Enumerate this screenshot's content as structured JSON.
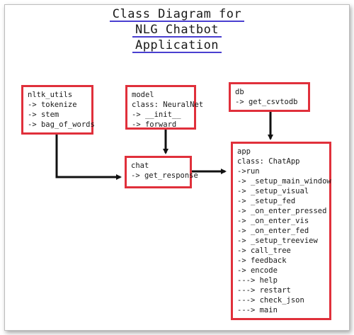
{
  "title": {
    "line1": "Class Diagram for",
    "line2": "NLG Chatbot",
    "line3": "Application"
  },
  "boxes": {
    "nltk_utils": [
      "nltk_utils",
      "-> tokenize",
      "-> stem",
      "-> bag_of_words"
    ],
    "model": [
      "model",
      "class: NeuralNet",
      "-> __init__",
      "-> forward"
    ],
    "db": [
      "db",
      "-> get_csvtodb"
    ],
    "chat": [
      "chat",
      "-> get_response"
    ],
    "app": [
      "app",
      "class: ChatApp",
      "->run",
      "-> _setup_main_window",
      "-> _setup_visual",
      "-> _setup_fed",
      "-> _on_enter_pressed",
      "-> _on_enter_vis",
      "-> _on_enter_fed",
      "-> _setup_treeview",
      "-> call_tree",
      "-> feedback",
      "-> encode",
      "---> help",
      "---> restart",
      "---> check_json",
      "---> main"
    ]
  },
  "colors": {
    "box_border": "#e0303b",
    "title_underline": "#4a3fd0",
    "arrow": "#111111"
  }
}
